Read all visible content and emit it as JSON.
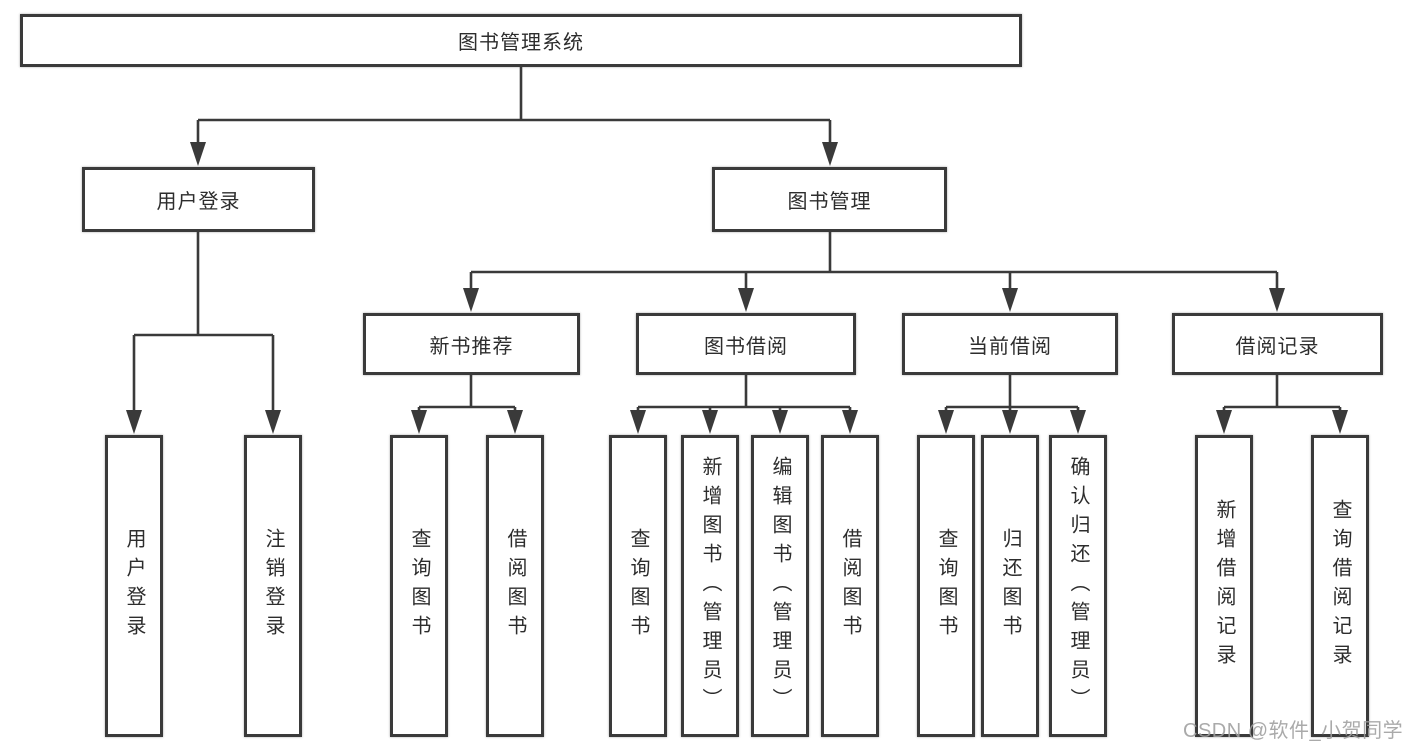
{
  "diagram_type": "hierarchy-tree",
  "tree": {
    "label": "图书管理系统",
    "children": [
      {
        "label": "用户登录",
        "children": [
          {
            "label": "用户登录"
          },
          {
            "label": "注销登录"
          }
        ]
      },
      {
        "label": "图书管理",
        "children": [
          {
            "label": "新书推荐",
            "children": [
              {
                "label": "查询图书"
              },
              {
                "label": "借阅图书"
              }
            ]
          },
          {
            "label": "图书借阅",
            "children": [
              {
                "label": "查询图书"
              },
              {
                "label": "新增图书（管理员）"
              },
              {
                "label": "编辑图书（管理员）"
              },
              {
                "label": "借阅图书"
              }
            ]
          },
          {
            "label": "当前借阅",
            "children": [
              {
                "label": "查询图书"
              },
              {
                "label": "归还图书"
              },
              {
                "label": "确认归还（管理员）"
              }
            ]
          },
          {
            "label": "借阅记录",
            "children": [
              {
                "label": "新增借阅记录"
              },
              {
                "label": "查询借阅记录"
              }
            ]
          }
        ]
      }
    ]
  },
  "watermark": "CSDN @软件_小贺同学",
  "colors": {
    "line": "#3a3a3a",
    "box_border": "#3a3a3a",
    "text": "#2d2d2d",
    "watermark": "#9e9e9e",
    "background": "#ffffff"
  }
}
